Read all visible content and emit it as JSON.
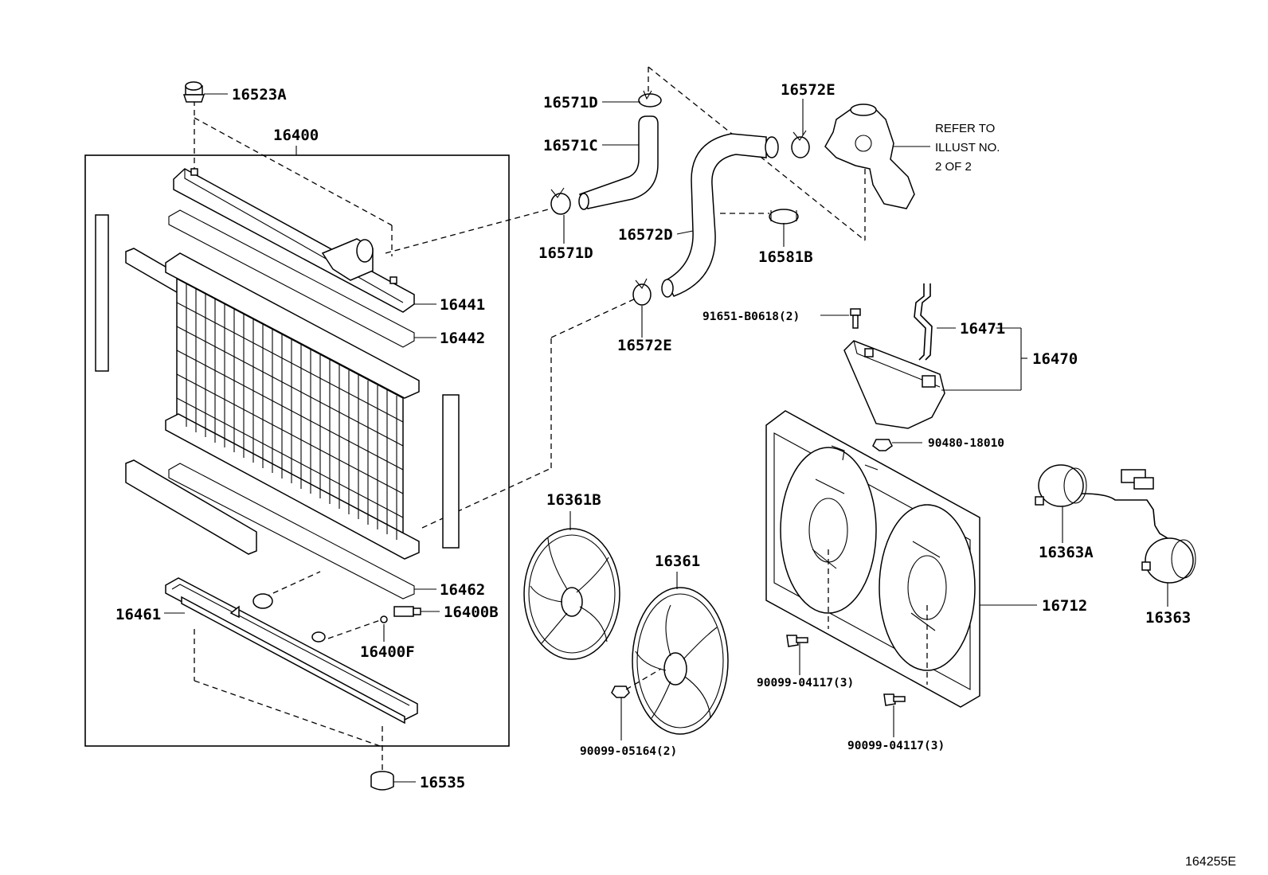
{
  "labels": {
    "p16523A": "16523A",
    "p16400": "16400",
    "p16441": "16441",
    "p16442": "16442",
    "p16462": "16462",
    "p16461": "16461",
    "p16400B": "16400B",
    "p16400F": "16400F",
    "p16535": "16535",
    "p16571D_top": "16571D",
    "p16571C": "16571C",
    "p16571D_bottom": "16571D",
    "p16572E_top": "16572E",
    "p16572D": "16572D",
    "p16581B": "16581B",
    "p16572E_bottom": "16572E",
    "p91651": "91651-B0618(2)",
    "p16471": "16471",
    "p16470": "16470",
    "p90480": "90480-18010",
    "p16361B": "16361B",
    "p16361": "16361",
    "p90099_05164": "90099-05164(2)",
    "p90099_04117_a": "90099-04117(3)",
    "p90099_04117_b": "90099-04117(3)",
    "p16712": "16712",
    "p16363A": "16363A",
    "p16363": "16363"
  },
  "refer_note": [
    "REFER TO",
    "ILLUST NO.",
    "2 OF 2"
  ],
  "figure_id": "164255E"
}
